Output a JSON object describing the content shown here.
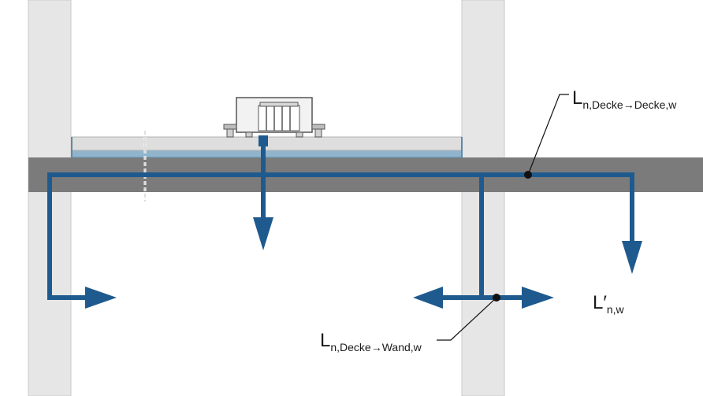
{
  "labels": {
    "flanking_ceiling": {
      "main": "L",
      "sub": "n,Decke→Decke,w"
    },
    "flanking_wall": {
      "main": "L",
      "sub": "n,Decke→Wand,w"
    },
    "total": {
      "main": "L′",
      "sub": "n,w"
    }
  },
  "colors": {
    "wall": "#e6e6e6",
    "wall_edge": "#c9c9c9",
    "slab": "#7b7b7b",
    "screed": "#dedede",
    "insulation": "#8fb4cc",
    "flow": "#1f5a8e",
    "machine": "#f2f2f2",
    "machine_line": "#555555"
  }
}
